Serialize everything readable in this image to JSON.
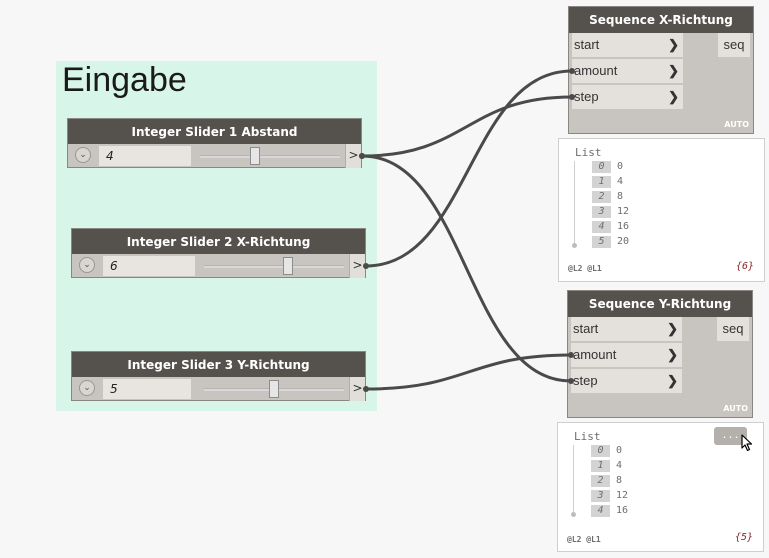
{
  "group": {
    "title": "Eingabe"
  },
  "sliders": [
    {
      "id": "s1",
      "title": "Integer Slider 1 Abstand",
      "value": "4",
      "position": 0.39,
      "expand_glyph": "⌄",
      "out_glyph": ">"
    },
    {
      "id": "s2",
      "title": "Integer Slider 2 X-Richtung",
      "value": "6",
      "position": 0.6,
      "expand_glyph": "⌄",
      "out_glyph": ">"
    },
    {
      "id": "s3",
      "title": "Integer Slider 3 Y-Richtung",
      "value": "5",
      "position": 0.5,
      "expand_glyph": "⌄",
      "out_glyph": ">"
    }
  ],
  "sequences": [
    {
      "id": "seqx",
      "title": "Sequence X-Richtung",
      "inputs": [
        "start",
        "amount",
        "step"
      ],
      "output": "seq",
      "lacing": "AUTO",
      "preview": {
        "title": "List",
        "items": [
          {
            "index": "0",
            "value": "0"
          },
          {
            "index": "1",
            "value": "4"
          },
          {
            "index": "2",
            "value": "8"
          },
          {
            "index": "3",
            "value": "12"
          },
          {
            "index": "4",
            "value": "16"
          },
          {
            "index": "5",
            "value": "20"
          }
        ],
        "levels": "@L2 @L1",
        "count": "{6}"
      }
    },
    {
      "id": "seqy",
      "title": "Sequence Y-Richtung",
      "inputs": [
        "start",
        "amount",
        "step"
      ],
      "output": "seq",
      "lacing": "AUTO",
      "preview": {
        "title": "List",
        "items": [
          {
            "index": "0",
            "value": "0"
          },
          {
            "index": "1",
            "value": "4"
          },
          {
            "index": "2",
            "value": "8"
          },
          {
            "index": "3",
            "value": "12"
          },
          {
            "index": "4",
            "value": "16"
          }
        ],
        "levels": "@L2 @L1",
        "count": "{5}",
        "pin_button": "...",
        "pin_icon": "pin-icon"
      }
    }
  ],
  "connections": [
    {
      "from": "s1",
      "to": "seqx.step"
    },
    {
      "from": "s1",
      "to": "seqy.step"
    },
    {
      "from": "s2",
      "to": "seqx.amount"
    },
    {
      "from": "s3",
      "to": "seqy.amount"
    }
  ],
  "colors": {
    "canvas": "#f7f7f7",
    "group": "#d7f5e8",
    "node_header": "#55524e",
    "node_body": "#c8c4bf",
    "port": "#e4e1dd",
    "wire": "#4a4a4a",
    "count": "#8a2a2a"
  }
}
